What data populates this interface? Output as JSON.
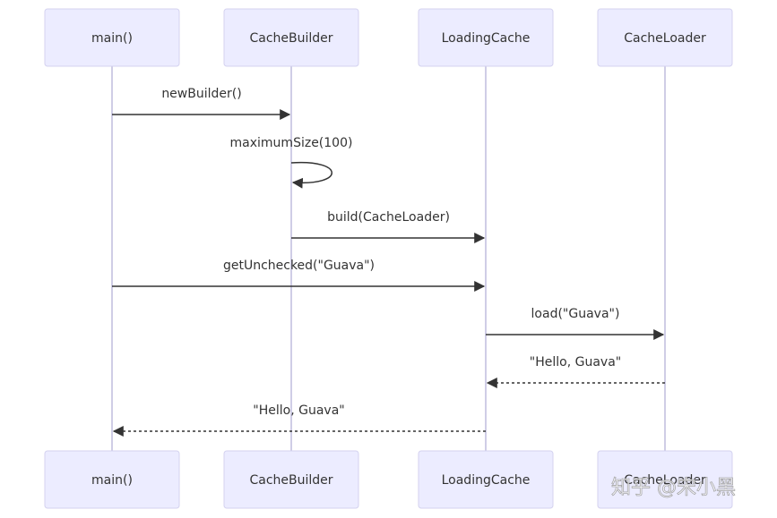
{
  "diagram": {
    "participants": [
      {
        "id": "main",
        "label": "main()"
      },
      {
        "id": "builder",
        "label": "CacheBuilder"
      },
      {
        "id": "cache",
        "label": "LoadingCache"
      },
      {
        "id": "loader",
        "label": "CacheLoader"
      }
    ],
    "messages": [
      {
        "from": "main",
        "to": "builder",
        "label": "newBuilder()",
        "style": "solid"
      },
      {
        "from": "builder",
        "to": "builder",
        "label": "maximumSize(100)",
        "style": "solid"
      },
      {
        "from": "builder",
        "to": "cache",
        "label": "build(CacheLoader)",
        "style": "solid"
      },
      {
        "from": "main",
        "to": "cache",
        "label": "getUnchecked(\"Guava\")",
        "style": "solid"
      },
      {
        "from": "cache",
        "to": "loader",
        "label": "load(\"Guava\")",
        "style": "solid"
      },
      {
        "from": "loader",
        "to": "cache",
        "label": "\"Hello, Guava\"",
        "style": "dotted"
      },
      {
        "from": "cache",
        "to": "main",
        "label": "\"Hello, Guava\"",
        "style": "dotted"
      }
    ]
  },
  "watermark": {
    "text": "知乎 @宋小黑"
  },
  "colors": {
    "actor_fill": "#ececff",
    "actor_border": "#d4d2ef",
    "lifeline": "#cfcde6",
    "line": "#333333"
  }
}
